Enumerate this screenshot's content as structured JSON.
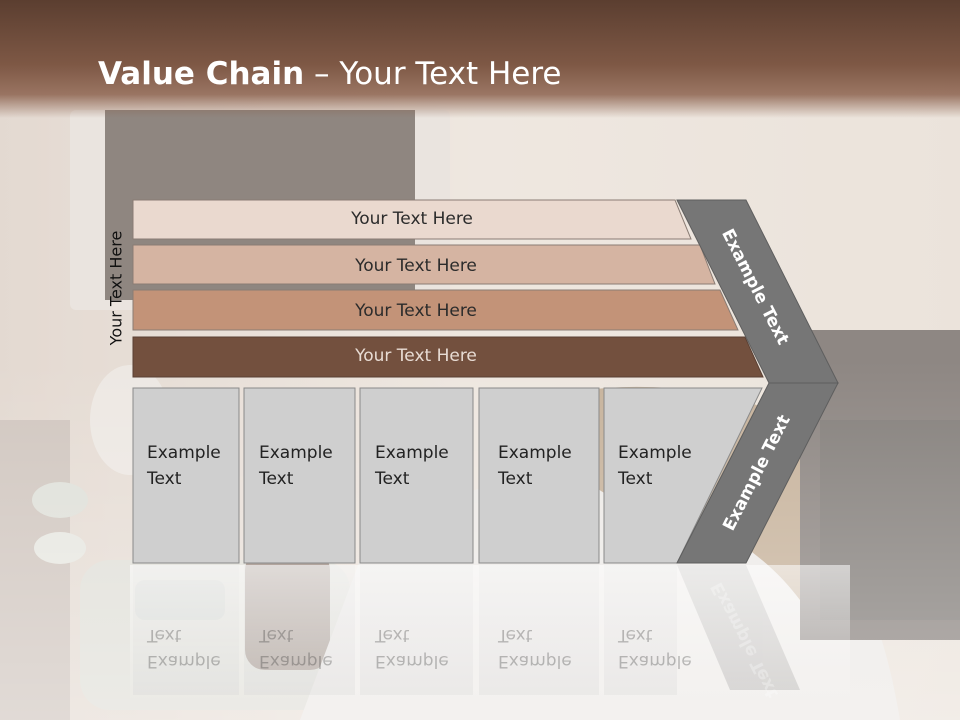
{
  "title": {
    "bold": "Value Chain",
    "rest": " – Your Text Here"
  },
  "side_label": "Your Text Here",
  "bars": [
    {
      "label": "Your Text Here",
      "color": "#ead9cf"
    },
    {
      "label": "Your Text Here",
      "color": "#d5b4a2"
    },
    {
      "label": "Your Text Here",
      "color": "#c39378"
    },
    {
      "label": "Your Text Here",
      "color": "#73503e"
    }
  ],
  "boxes": [
    {
      "line1": "Example",
      "line2": "Text"
    },
    {
      "line1": "Example",
      "line2": "Text"
    },
    {
      "line1": "Example",
      "line2": "Text"
    },
    {
      "line1": "Example",
      "line2": "Text"
    },
    {
      "line1": "Example",
      "line2": "Text"
    }
  ],
  "arrow": {
    "top_text": "Example Text",
    "bottom_text": "Example Text",
    "color": "#767676"
  },
  "colors": {
    "title_band": "#6d4b3b",
    "box_fill": "#cfcfcf",
    "box_border": "#8a8a8a"
  }
}
